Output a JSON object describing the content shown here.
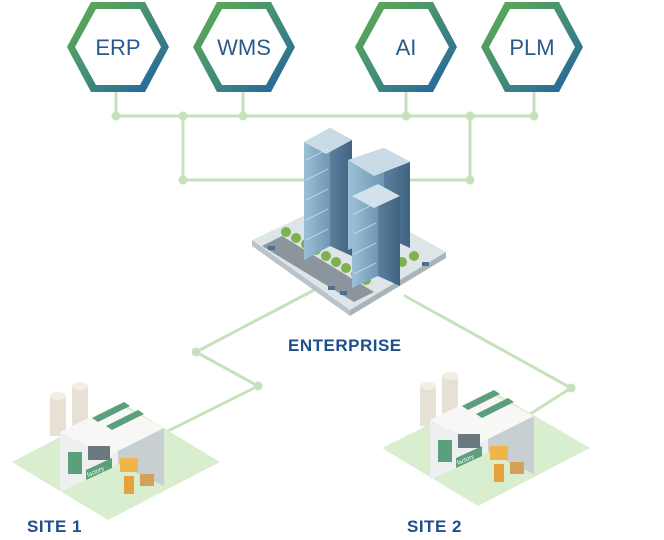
{
  "systems": [
    {
      "id": "erp",
      "label": "ERP"
    },
    {
      "id": "wms",
      "label": "WMS"
    },
    {
      "id": "ai",
      "label": "AI"
    },
    {
      "id": "plm",
      "label": "PLM"
    }
  ],
  "enterprise": {
    "label": "ENTERPRISE"
  },
  "sites": [
    {
      "id": "site1",
      "label": "SITE 1",
      "sign": "factory"
    },
    {
      "id": "site2",
      "label": "SITE 2",
      "sign": "factory"
    }
  ],
  "colors": {
    "hex_green": "#5aa04a",
    "hex_blue": "#2a6ab0",
    "connector": "#c6e2bd",
    "label_blue": "#1f4e8c",
    "ground": "#d9eecf"
  }
}
